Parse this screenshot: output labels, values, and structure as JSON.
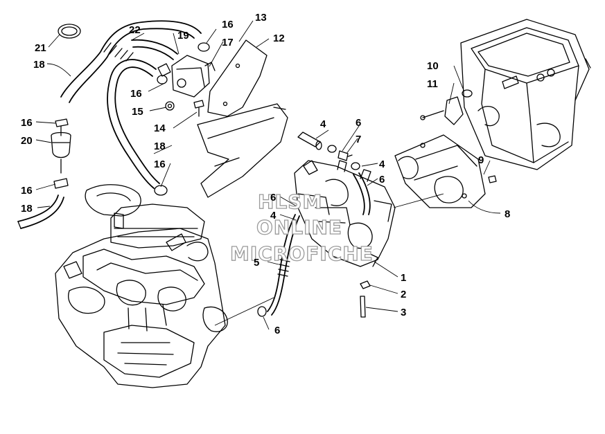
{
  "callouts": {
    "c1": "1",
    "c2": "2",
    "c3": "3",
    "c4a": "4",
    "c4b": "4",
    "c4c": "4",
    "c5": "5",
    "c6a": "6",
    "c6b": "6",
    "c6c": "6",
    "c6d": "6",
    "c7": "7",
    "c8": "8",
    "c9": "9",
    "c10": "10",
    "c11": "11",
    "c12": "12",
    "c13": "13",
    "c14": "14",
    "c15": "15",
    "c16a": "16",
    "c16b": "16",
    "c16c": "16",
    "c16d": "16",
    "c16e": "16",
    "c17": "17",
    "c18a": "18",
    "c18b": "18",
    "c18c": "18",
    "c19": "19",
    "c20": "20",
    "c21": "21",
    "c22": "22"
  },
  "watermark": {
    "line1": "HLSM",
    "line2": "ONLINE",
    "line3": "MICROFICHE"
  }
}
